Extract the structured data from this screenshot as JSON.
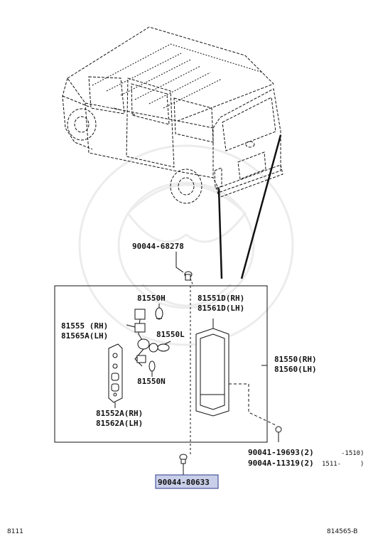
{
  "labels": {
    "bolt_top": "90044-68278",
    "bulb_tail": "81550H",
    "socket_rh": "81555 (RH)",
    "socket_lh": "81565A(LH)",
    "bulb_l": "81550L",
    "bulb_n": "81550N",
    "lens_rh": "81551D(RH)",
    "lens_lh": "81561D(LH)",
    "lamp_rh": "81550(RH)",
    "lamp_lh": "81560(LH)",
    "gasket_rh": "81552A(RH)",
    "gasket_lh": "81562A(LH)",
    "screw_1": "90041-19693(2)",
    "screw_1_range": "-1510)",
    "screw_2": "9004A-11319(2)",
    "screw_2_range": "1511-",
    "screw_2_close": ")",
    "bolt_bottom": "90044-80633"
  },
  "footer": {
    "left_code": "8111",
    "right_code": "814565-B"
  },
  "colors": {
    "highlight": "#c9cfe9",
    "highlight_border": "#2b3a8c",
    "line": "#111111",
    "watermark": "#e9e9e9"
  }
}
